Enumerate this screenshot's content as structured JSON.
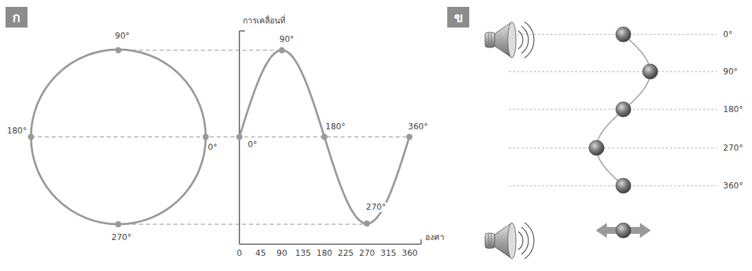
{
  "diagram": {
    "nodes": [
      {
        "text": [
          "ก"
        ]
      },
      {
        "text": [
          "ข"
        ]
      }
    ],
    "labels": [
      "90°",
      "180°",
      "0°",
      "270°",
      "การเคลื่อนที่",
      "90°",
      "0°",
      "180°",
      "360°",
      "270°",
      "0",
      "45",
      "90",
      "135",
      "180",
      "225",
      "270",
      "315",
      "360",
      "องศา",
      "0°",
      "90°",
      "180°",
      "270°",
      "360°"
    ]
  }
}
